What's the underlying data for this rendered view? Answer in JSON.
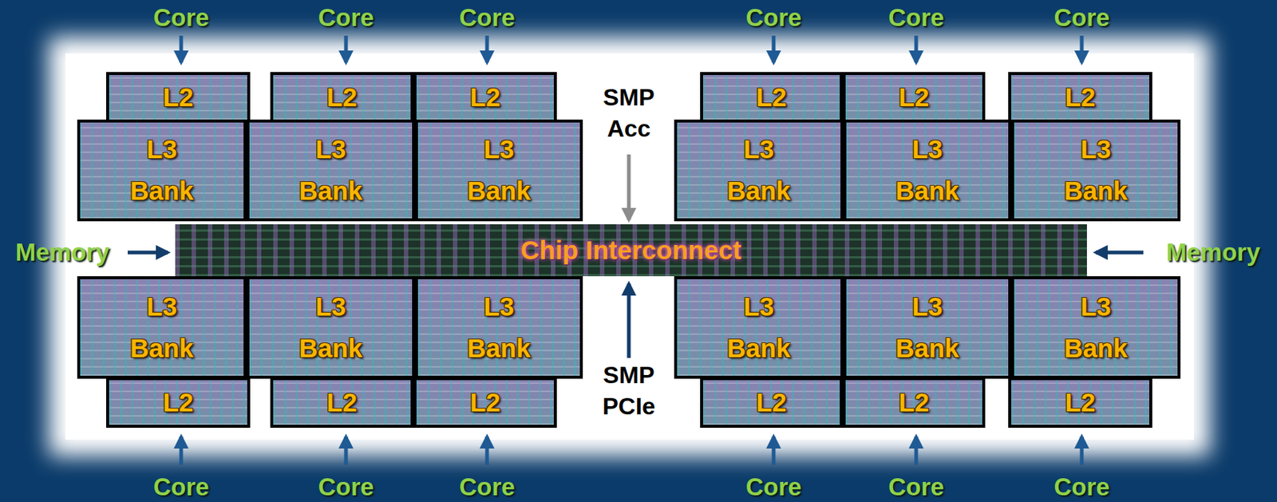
{
  "diagram": {
    "nodes": [
      {
        "text": [
          "L2"
        ]
      },
      {
        "text": [
          "L2"
        ]
      },
      {
        "text": [
          "L2"
        ]
      },
      {
        "text": [
          "L2"
        ]
      },
      {
        "text": [
          "L2"
        ]
      },
      {
        "text": [
          "L2"
        ]
      },
      {
        "text": [
          "L3",
          "Bank"
        ]
      },
      {
        "text": [
          "L3",
          "Bank"
        ]
      },
      {
        "text": [
          "L3",
          "Bank"
        ]
      },
      {
        "text": [
          "L3",
          "Bank"
        ]
      },
      {
        "text": [
          "L3",
          "Bank"
        ]
      },
      {
        "text": [
          "L3",
          "Bank"
        ]
      },
      {
        "text": [
          "Chip Interconnect"
        ]
      },
      {
        "text": [
          "L3",
          "Bank"
        ]
      },
      {
        "text": [
          "L3",
          "Bank"
        ]
      },
      {
        "text": [
          "L3",
          "Bank"
        ]
      },
      {
        "text": [
          "L3",
          "Bank"
        ]
      },
      {
        "text": [
          "L3",
          "Bank"
        ]
      },
      {
        "text": [
          "L3",
          "Bank"
        ]
      },
      {
        "text": [
          "L2"
        ]
      },
      {
        "text": [
          "L2"
        ]
      },
      {
        "text": [
          "L2"
        ]
      },
      {
        "text": [
          "L2"
        ]
      },
      {
        "text": [
          "L2"
        ]
      },
      {
        "text": [
          "L2"
        ]
      }
    ],
    "labels": [
      "Core",
      "Core",
      "Core",
      "Core",
      "Core",
      "Core",
      "SMP Acc",
      "Memory",
      "Memory",
      "SMP PCIe",
      "Core",
      "Core",
      "Core",
      "Core",
      "Core",
      "Core"
    ]
  }
}
